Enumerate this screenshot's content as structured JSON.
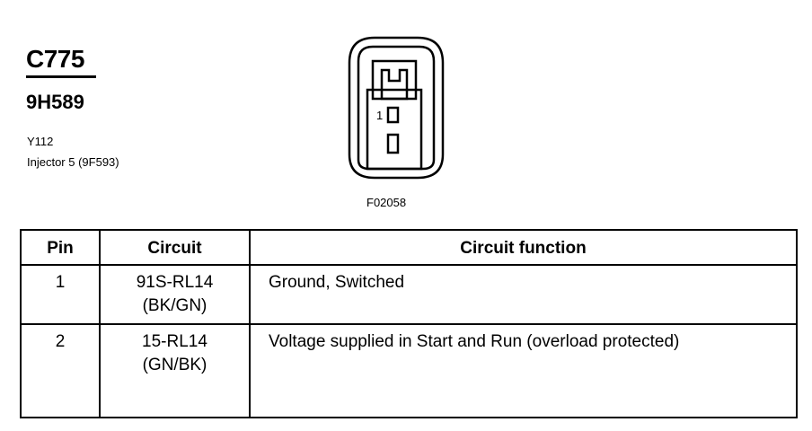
{
  "header": {
    "connector_id": "C775",
    "part_number": "9H589",
    "description_lines": [
      "Y112",
      "Injector 5 (9F593)"
    ]
  },
  "diagram": {
    "pin_label": "1",
    "figure_ref": "F02058"
  },
  "table": {
    "headers": [
      "Pin",
      "Circuit",
      "Circuit function"
    ],
    "rows": [
      {
        "pin": "1",
        "circuit": [
          "91S-RL14",
          "(BK/GN)"
        ],
        "function": "Ground, Switched"
      },
      {
        "pin": "2",
        "circuit": [
          "15-RL14",
          "(GN/BK)"
        ],
        "function": "Voltage supplied in Start and Run (overload protected)"
      }
    ]
  }
}
